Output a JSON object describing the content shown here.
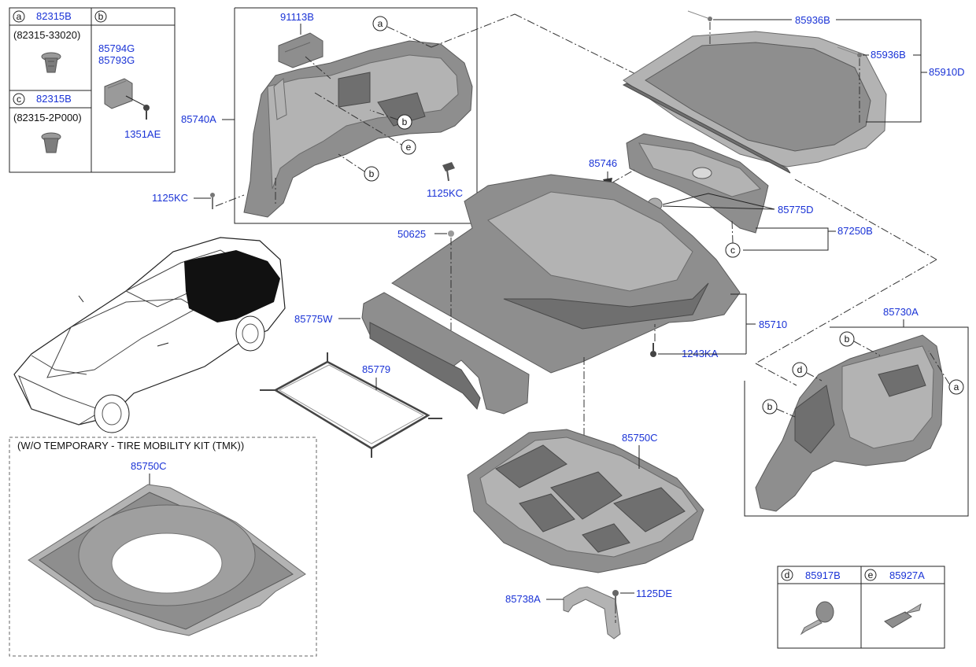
{
  "legend": {
    "a": {
      "letter": "a",
      "part": "82315B",
      "alt": "(82315-33020)"
    },
    "b": {
      "letter": "b",
      "part_1": "85794G",
      "part_2": "85793G",
      "part_3": "1351AE"
    },
    "c": {
      "letter": "c",
      "part": "82315B",
      "alt": "(82315-2P000)"
    },
    "d": {
      "letter": "d",
      "part": "85917B"
    },
    "e": {
      "letter": "e",
      "part": "85927A"
    }
  },
  "parts": {
    "p91113B": "91113B",
    "p85740A": "85740A",
    "p1125KC": "1125KC",
    "p85936B": "85936B",
    "p85910D": "85910D",
    "p85746": "85746",
    "p85775D": "85775D",
    "p87250B": "87250B",
    "p50625": "50625",
    "p85775W": "85775W",
    "p85710": "85710",
    "p1243KA": "1243KA",
    "p85779": "85779",
    "p85730A": "85730A",
    "p85750C": "85750C",
    "p85738A": "85738A",
    "p1125DE": "1125DE"
  },
  "callouts": {
    "a": "a",
    "b": "b",
    "c": "c",
    "d": "d",
    "e": "e"
  },
  "tmk_note": "(W/O TEMPORARY - TIRE MOBILITY KIT (TMK))"
}
